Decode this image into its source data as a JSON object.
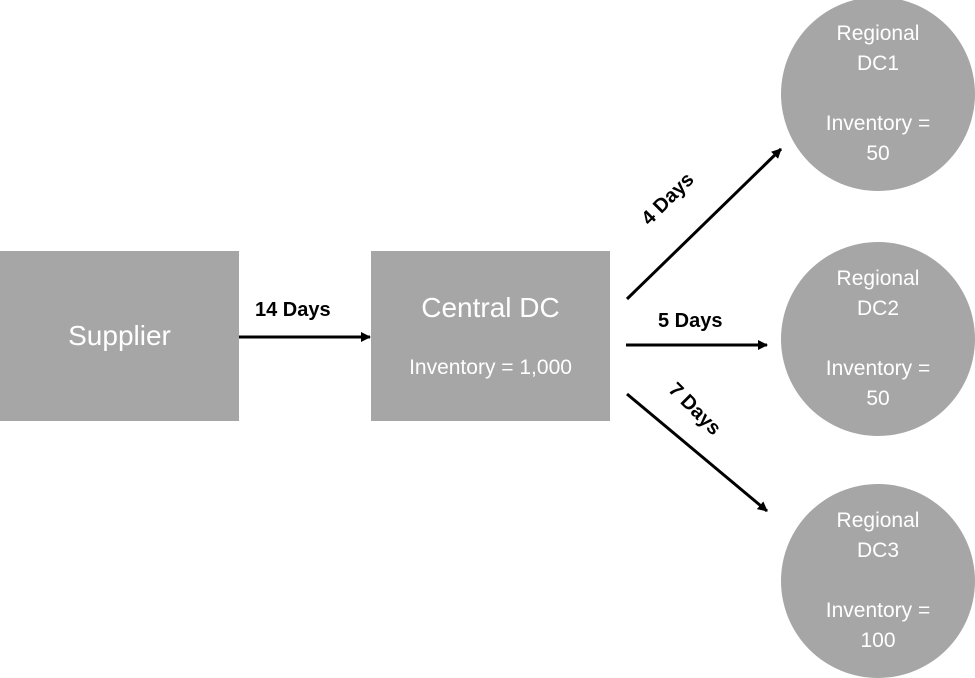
{
  "nodes": {
    "supplier": {
      "label": "Supplier"
    },
    "central": {
      "title": "Central DC",
      "inventory": "Inventory = 1,000"
    },
    "regional1": {
      "line1": "Regional",
      "line2": "DC1",
      "line3": "Inventory =",
      "line4": "50"
    },
    "regional2": {
      "line1": "Regional",
      "line2": "DC2",
      "line3": "Inventory =",
      "line4": "50"
    },
    "regional3": {
      "line1": "Regional",
      "line2": "DC3",
      "line3": "Inventory =",
      "line4": "100"
    }
  },
  "edges": {
    "supplier_to_central": "14 Days",
    "central_to_regional1": "4 Days",
    "central_to_regional2": "5 Days",
    "central_to_regional3": "7 Days"
  },
  "colors": {
    "node_fill": "#a6a6a6",
    "node_text": "#ffffff",
    "edge": "#000000"
  }
}
